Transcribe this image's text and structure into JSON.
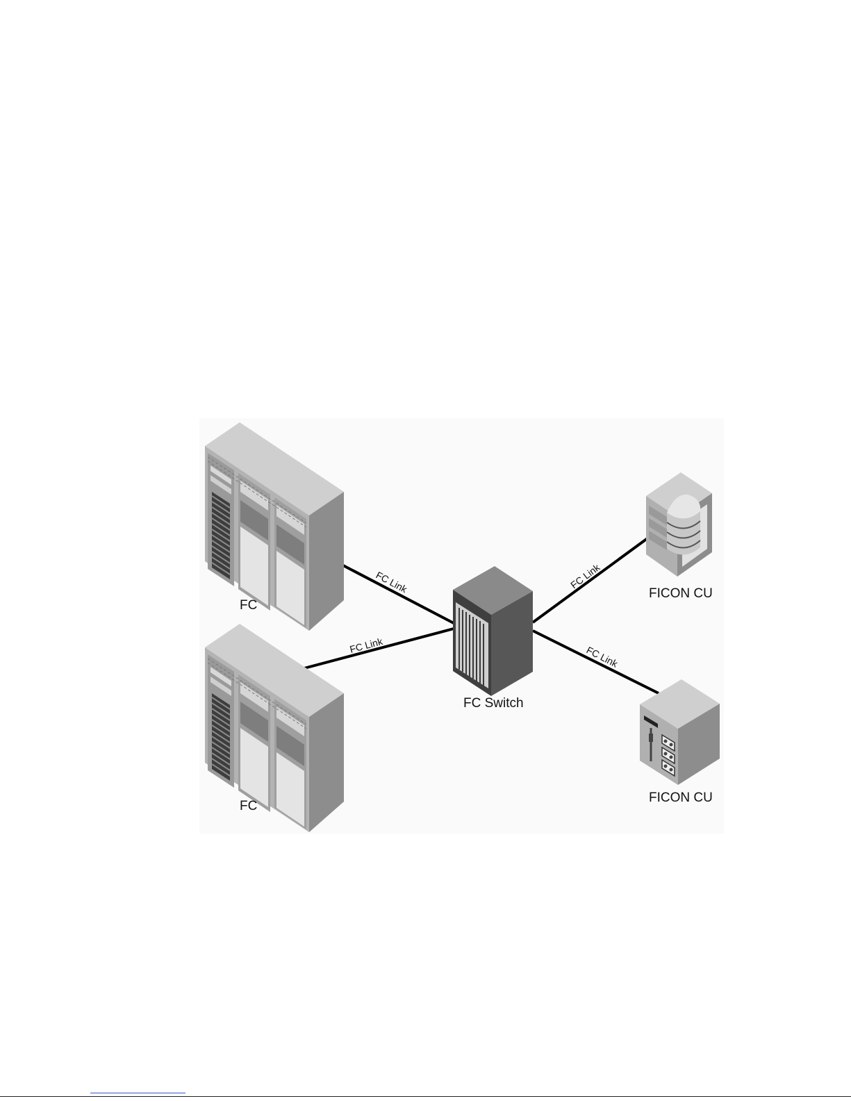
{
  "diagram": {
    "colors": {
      "panel": "#fafafa",
      "link": "#000000",
      "cabinet_top": "#cfcfcf",
      "cabinet_front": "#a8a8a8",
      "cabinet_side": "#8d8d8d",
      "switch_top": "#8a8a8a",
      "switch_front": "#3f3f3f",
      "switch_side": "#575757"
    },
    "nodes": {
      "fc_top": {
        "label": "FC",
        "icon": "mainframe-cabinet-icon"
      },
      "fc_bottom": {
        "label": "FC",
        "icon": "mainframe-cabinet-icon"
      },
      "fc_switch": {
        "label": "FC Switch",
        "icon": "switch-director-icon"
      },
      "ficon_cu_top": {
        "label": "FICON CU",
        "icon": "disk-storage-icon"
      },
      "ficon_cu_bottom": {
        "label": "FICON CU",
        "icon": "control-unit-box-icon"
      }
    },
    "links": [
      {
        "from": "fc_top",
        "to": "fc_switch",
        "label": "FC Link"
      },
      {
        "from": "fc_bottom",
        "to": "fc_switch",
        "label": "FC Link"
      },
      {
        "from": "fc_switch",
        "to": "ficon_cu_top",
        "label": "FC Link"
      },
      {
        "from": "fc_switch",
        "to": "ficon_cu_bottom",
        "label": "FC Link"
      }
    ]
  }
}
